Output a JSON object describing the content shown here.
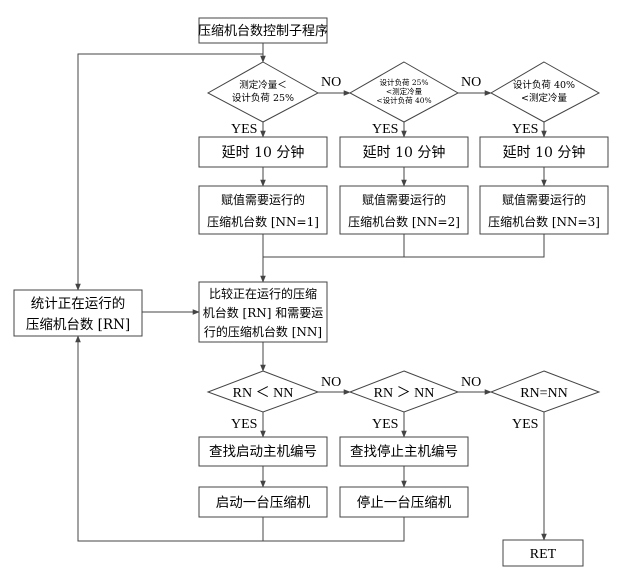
{
  "colors": {
    "line": "#444444",
    "text": "#000000",
    "background": "#ffffff"
  },
  "start": "压缩机台数控制子程序",
  "decisions_load": [
    {
      "text": "测定冷量＜",
      "text2": "设计负荷 25%"
    },
    {
      "text": "设计负荷 25%",
      "text2": "<测定冷量",
      "text3": "<设计负荷 40%"
    },
    {
      "text": "设计负荷 40%",
      "text2": "<测定冷量"
    }
  ],
  "delay": "延时 10 分钟",
  "assign": [
    {
      "line1": "赋值需要运行的",
      "line2": "压缩机台数 [NN=1]"
    },
    {
      "line1": "赋值需要运行的",
      "line2": "压缩机台数 [NN=2]"
    },
    {
      "line1": "赋值需要运行的",
      "line2": "压缩机台数 [NN=3]"
    }
  ],
  "stat": {
    "line1": "统计正在运行的",
    "line2": "压缩机台数 [RN]"
  },
  "compare": {
    "line1": "比较正在运行的压缩",
    "line2": "机台数 [RN] 和需要运",
    "line3": "行的压缩机台数 [NN]"
  },
  "decisions_compare": [
    "RN ＜ NN",
    "RN ＞ NN",
    "RN=NN"
  ],
  "find_start": "查找启动主机编号",
  "find_stop": "查找停止主机编号",
  "start_one": "启动一台压缩机",
  "stop_one": "停止一台压缩机",
  "ret": "RET",
  "yes": "YES",
  "no": "NO"
}
